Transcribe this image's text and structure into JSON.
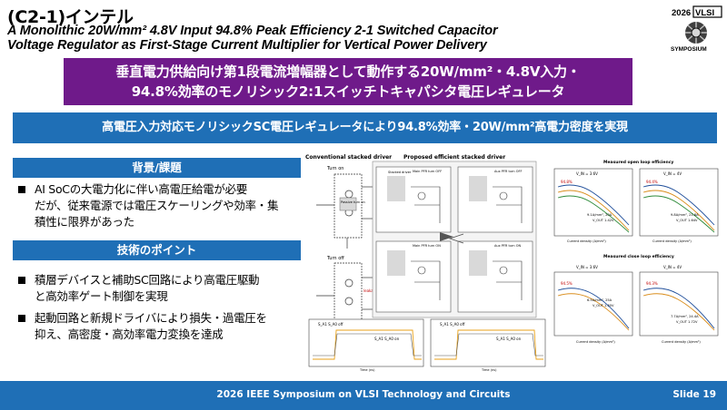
{
  "header": {
    "title": "(C2-1)インテル",
    "subtitle_line1": "A Monolithic 20W/mm² 4.8V Input 94.8% Peak Efficiency 2-1 Switched Capacitor",
    "subtitle_line2": "Voltage Regulator as First-Stage Current Multiplier for Vertical Power Delivery"
  },
  "logo": {
    "year": "2026",
    "vlsi": "VLSI",
    "symposium": "SYMPOSIUM"
  },
  "banner_purple": {
    "line1": "垂直電力供給向け第1段電流増幅器として動作する20W/mm²・4.8V入力・",
    "line2": "94.8%効率のモノリシック2:1スイッチトキャパシタ電圧レギュレータ"
  },
  "banner_blue": "高電圧入力対応モノリシックSC電圧レギュレータにより94.8%効率・20W/mm²高電力密度を実現",
  "background_section": {
    "heading": "背景/課題",
    "bullets": [
      [
        "AI SoCの大電力化に伴い高電圧給電が必要",
        "だが、従来電源では電圧スケーリングや効率・集",
        "積性に限界があった"
      ]
    ]
  },
  "tech_section": {
    "heading": "技術のポイント",
    "bullets": [
      [
        "積層デバイスと補助SC回路により高電圧駆動",
        "と高効率ゲート制御を実現"
      ],
      [
        "起動回路と新規ドライバにより損失・過電圧を",
        "抑え、高密度・高効率電力変換を達成"
      ]
    ]
  },
  "figure": {
    "conventional_title": "Conventional stacked driver",
    "proposed_title": "Proposed efficient stacked driver",
    "turn_on": "Turn on",
    "turn_off": "Turn off",
    "passive_turn_on": "Passive turn on",
    "leakage": "leakage",
    "stacked_driver": "Stacked driver",
    "main_pfr_off": "Main PFR turn OFF",
    "aux_pfr_off": "Aux PFR turn OFF",
    "main_pfr_on": "Main PFR turn ON",
    "aux_pfr_on": "Aux PFR turn ON",
    "open_loop_title": "Measured open loop efficiency",
    "closed_loop_title": "Measured close loop efficiency",
    "vin_36": "V_IN = 3.6V",
    "vin_4": "V_IN = 4V",
    "vin_36b": "V_IN = 3.6V",
    "vin_4b": "V_IN = 4V",
    "eff_a": "94.8%",
    "eff_b": "94.4%",
    "eff_c": "94.5%",
    "eff_d": "94.3%",
    "note_a": "9.1A/mm², 20A",
    "note_a2": "V_OUT 1.42V",
    "note_b": "9.8A/mm², 21.8A",
    "note_b2": "V_OUT 1.64V",
    "note_c": "6.5A/mm², 25A",
    "note_c2": "V_OUT 1.55V",
    "note_d": "7.7A/mm², 24.4A",
    "note_d2": "V_OUT 1.72V",
    "xaxis": "Current density (A/mm²)",
    "yaxis": "Efficiency (%)",
    "wave_off1": "S_A1 S_A0 off",
    "wave_off2": "S_A1 S_A0 off",
    "wave_on1": "S_A1 S_A0 on",
    "wave_on2": "S_A1 S_A0 on",
    "time_label": "Time (ns)"
  },
  "footer": {
    "center": "2026 IEEE Symposium on VLSI Technology and Circuits",
    "slide": "Slide 19"
  },
  "colors": {
    "purple": "#6f1a8a",
    "blue": "#1f6fb6"
  }
}
